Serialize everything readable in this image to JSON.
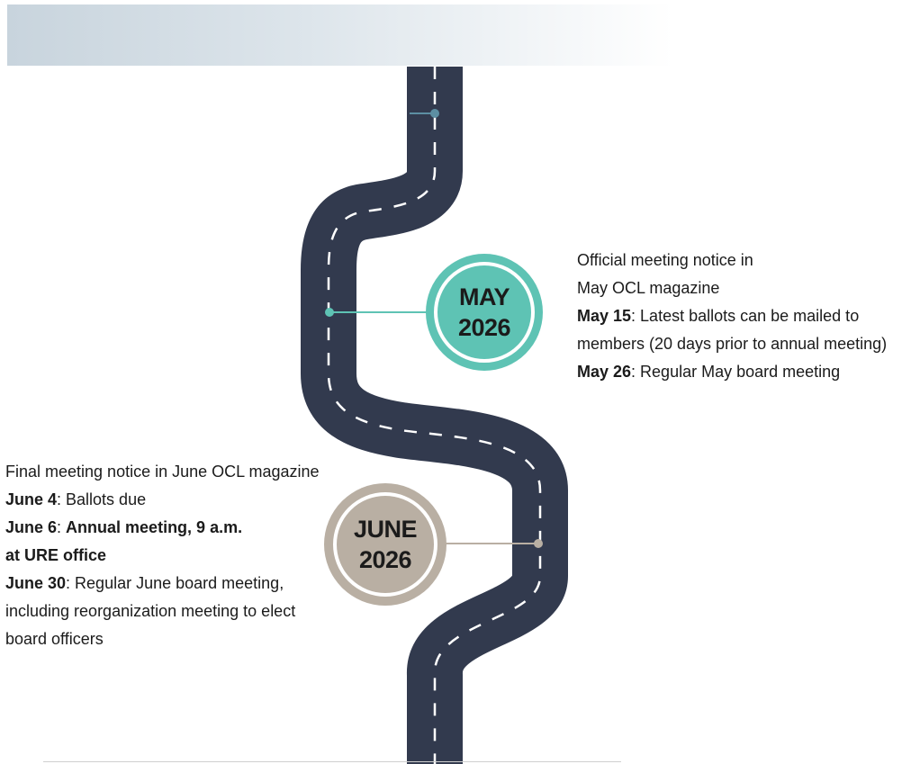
{
  "colors": {
    "road": "#323a4e",
    "lane": "#ffffff",
    "may_accent": "#5ec3b4",
    "june_accent": "#b9afa3",
    "top_marker": "#5d8fa3"
  },
  "milestones": [
    {
      "badge_line1": "MAY",
      "badge_line2": "2026",
      "notes": [
        {
          "bold": "",
          "text": "Official meeting notice in"
        },
        {
          "bold": "",
          "text": "May OCL magazine"
        },
        {
          "bold": "May 15",
          "text": ": Latest ballots can be mailed to"
        },
        {
          "bold": "",
          "text": "members (20 days prior to annual meeting)"
        },
        {
          "bold": "May 26",
          "text": ": Regular May board meeting"
        }
      ]
    },
    {
      "badge_line1": "JUNE",
      "badge_line2": "2026",
      "notes": [
        {
          "bold": "",
          "text": "Final meeting notice in June OCL magazine"
        },
        {
          "bold": "June 4",
          "text": ": Ballots due"
        },
        {
          "bold": "June 6",
          "text": ": "
        },
        {
          "bold": "Annual meeting, 9 a.m.",
          "text": ""
        },
        {
          "bold": "at URE office",
          "text": ""
        },
        {
          "bold": "June 30",
          "text": ": Regular June board meeting,"
        },
        {
          "bold": "",
          "text": "including reorganization meeting to elect"
        },
        {
          "bold": "",
          "text": "board officers"
        }
      ]
    }
  ]
}
